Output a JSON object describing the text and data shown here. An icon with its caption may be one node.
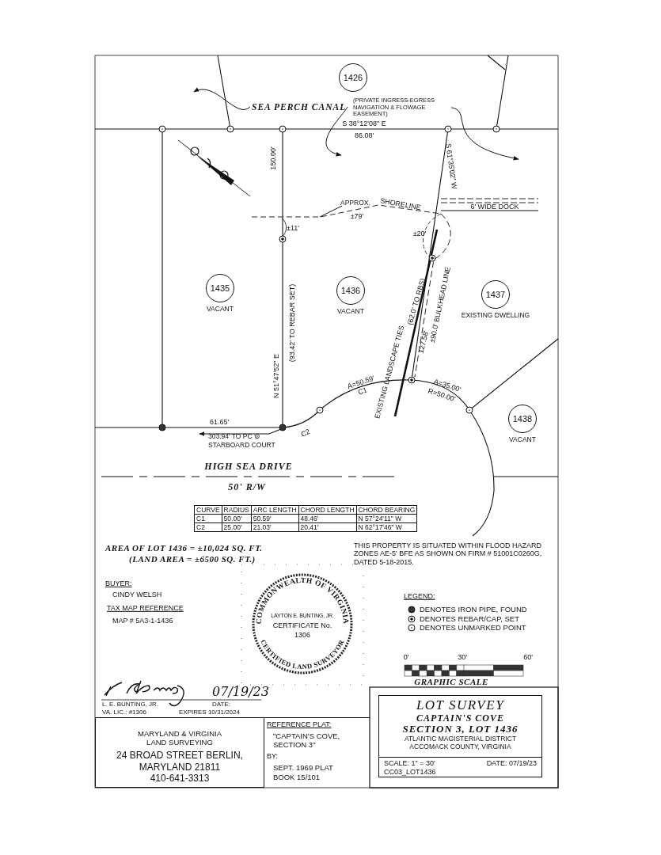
{
  "diagram": {
    "nodes": [
      {
        "text": [
          "1426"
        ]
      },
      {
        "text": [
          "1435"
        ],
        "beside": [
          "VACANT"
        ]
      },
      {
        "text": [
          "1436"
        ],
        "beside": [
          "VACANT"
        ]
      },
      {
        "text": [
          "1437"
        ],
        "beside": [
          "EXISTING DWELLING"
        ]
      },
      {
        "text": [
          "1438"
        ],
        "beside": [
          "VACANT"
        ]
      },
      {
        "text": [
          "SEA PERCH CANAL"
        ]
      },
      {
        "text": [
          "(PRIVATE INGRESS-EGRESS NAVIGATION & FLOWAGE EASEMENT)"
        ]
      },
      {
        "text": [
          "COMMONWEALTH OF VIRGINIA",
          "LAYTON E. BUNTING, JR.",
          "CERTIFICATE No.",
          "1306",
          "CERTIFIED LAND SURVEYOR"
        ]
      },
      {
        "text": [
          "MARYLAND & VIRGINIA LAND SURVEYING",
          "24 BROAD STREET BERLIN, MARYLAND 21811",
          "410-641-3313"
        ]
      },
      {
        "text": [
          "REFERENCE PLAT:",
          "\"CAPTAIN'S COVE, SECTION 3\"",
          "BY:",
          "SEPT. 1969 PLAT BOOK 15/101"
        ]
      },
      {
        "text": [
          "LOT SURVEY",
          "CAPTAIN'S COVE",
          "SECTION 3, LOT 1436",
          "ATLANTIC MAGISTERIAL DISTRICT ACCOMACK COUNTY, VIRGINIA",
          "SCALE: 1\" = 30'",
          "DATE: 07/19/23",
          "CC03_LOT1436"
        ]
      },
      {
        "text": [
          "APPROX."
        ]
      }
    ],
    "edges": [
      {
        "from": 5,
        "to": null,
        "arrow": "to"
      },
      {
        "from": 5,
        "to": null,
        "arrow": "to"
      },
      {
        "from": 6,
        "to": null,
        "arrow": "to"
      },
      {
        "from": 11,
        "to": null,
        "arrow": "none"
      }
    ],
    "labels": [
      "S 38°12'08\" E",
      "86.08'",
      "S 61°35'02\" W",
      "150.00'",
      "6' WIDE DOCK",
      "SHORELINE",
      "±79'",
      "±11'",
      "±20'",
      "(93.42' TO REBAR SET)",
      "N 51°47'52\" E",
      "(62.0' TO RBS)",
      "127.58'",
      "±90.0' BULKHEAD LINE",
      "EXISTING LANDSCAPE TIES",
      "A=50.59'",
      "C1",
      "A=35.00'",
      "R=50.00'",
      "61.65'",
      "C2",
      "HIGH SEA DRIVE",
      "50' R/W",
      "CURVE",
      "RADIUS",
      "ARC LENGTH",
      "CHORD LENGTH",
      "CHORD BEARING",
      "C1",
      "50.00'",
      "50.59'",
      "48.46'",
      "N 57°24'11\" W",
      "C2",
      "25.00'",
      "21.03'",
      "20.41'",
      "N 62°17'46\" W",
      "AREA OF LOT 1436 = ±10,024 SQ. FT.",
      "(LAND AREA = ±6500 SQ. FT.)",
      "THIS PROPERTY IS SITUATED WITHIN FLOOD HAZARD ZONES AE-5' BFE AS SHOWN ON FIRM # 51001C0260G, DATED 5-18-2015.",
      "BUYER:",
      "CINDY WELSH",
      "TAX MAP REFERENCE",
      "MAP # 5A3-1-1436",
      "LEGEND:",
      "0'",
      "30'",
      "60'",
      "GRAPHIC SCALE",
      "07/19/23",
      "L. E. BUNTING, JR.",
      "DATE:",
      "VA. LIC.: #1306",
      "EXPIRES 10/31/2024",
      "303.94' TO PC ⊚ STARBOARD COURT"
    ],
    "legend": [
      {
        "text": "DENOTES IRON PIPE, FOUND"
      },
      {
        "text": "DENOTES REBAR/CAP, SET"
      },
      {
        "text": "DENOTES UNMARKED POINT"
      }
    ]
  }
}
